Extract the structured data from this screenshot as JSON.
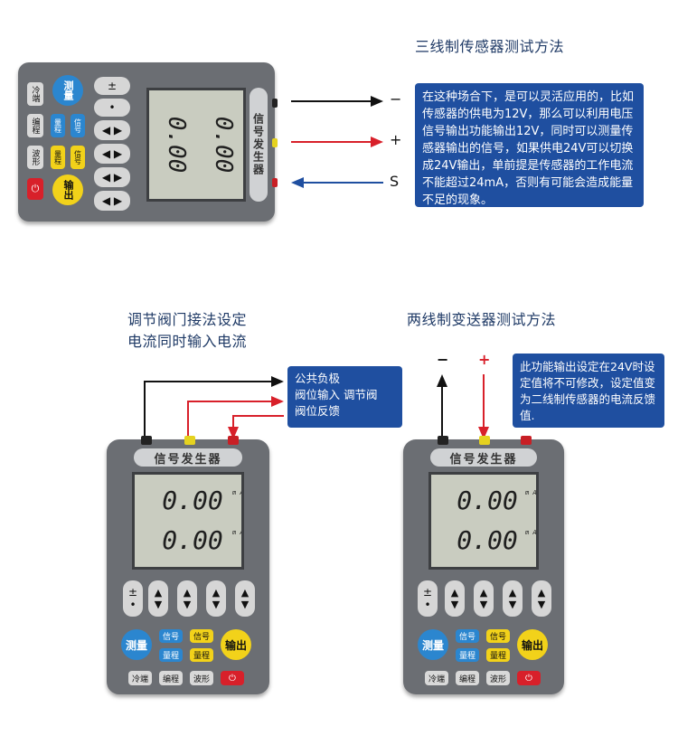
{
  "top": {
    "title": "三线制传感器测试方法",
    "note": "在这种场合下，是可以灵活应用的，比如传感器的供电为12V，那么可以利用电压信号输出功能输出12V，同时可以测量传感器输出的信号，如果供电24V可以切换成24V输出，单前提是传感器的工作电流不能超过24mA，否则有可能会造成能量不足的现象。",
    "signs": [
      "−",
      "+",
      "S"
    ]
  },
  "left": {
    "title_line1": "调节阀门接法设定",
    "title_line2": "电流同时输入电流",
    "note_lines": [
      "公共负极",
      "阀位输入  调节阀",
      "阀位反馈"
    ]
  },
  "right": {
    "title": "两线制变送器测试方法",
    "signs": [
      "−",
      "+"
    ],
    "note": "此功能输出设定在24V时设定值将不可修改，设定值变为二线制传感器的电流反馈值."
  },
  "device": {
    "brand_label": "信号发生器",
    "reading_top": "0.00",
    "reading_bottom": "0.00",
    "unit_ma": "m A",
    "buttons": {
      "plusminus": "±",
      "dot": "•",
      "measure": "测量",
      "output": "输出",
      "signal": "信号",
      "range": "量程",
      "cold": "冷端",
      "program": "编程",
      "wave": "波形",
      "power": "⏻"
    }
  },
  "colors": {
    "note_bg": "#1f4fa0",
    "title": "#1f3a66",
    "red_wire": "#d8202a",
    "blue_wire": "#1f4fa0",
    "black_wire": "#111111"
  }
}
